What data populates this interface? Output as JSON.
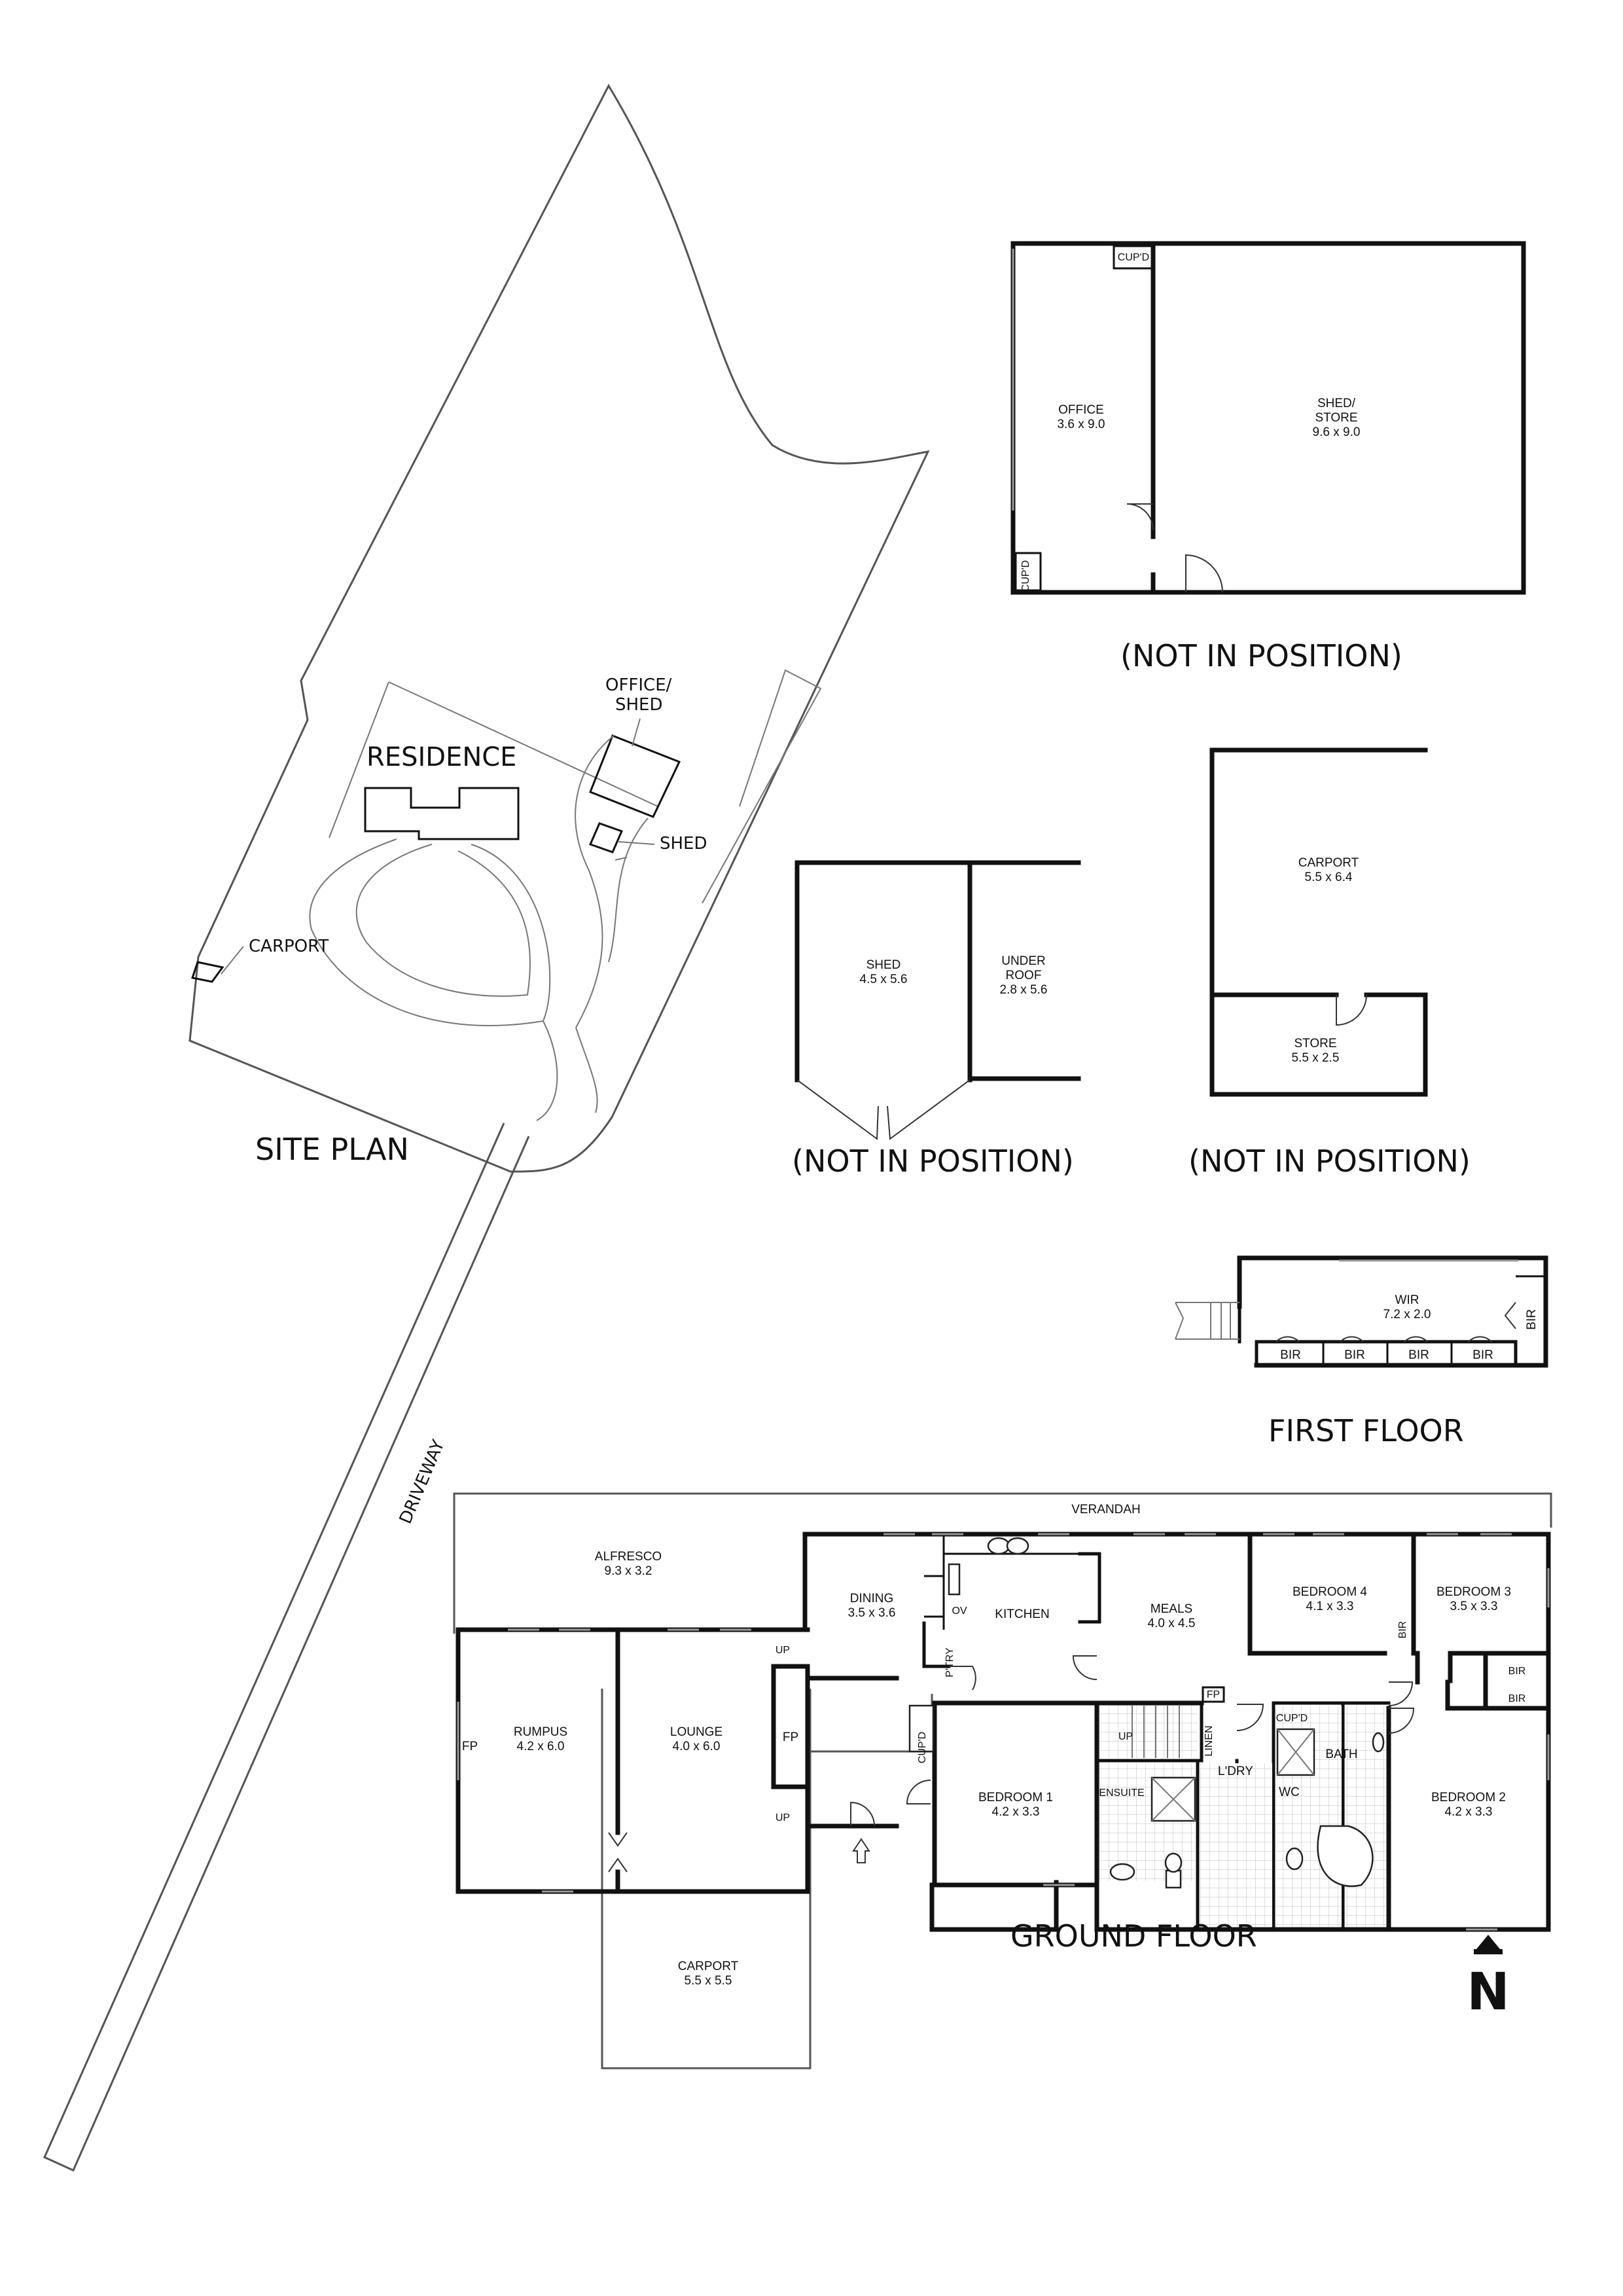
{
  "site_plan": {
    "title": "SITE PLAN",
    "labels": {
      "residence": "RESIDENCE",
      "office_shed": [
        "OFFICE/",
        "SHED"
      ],
      "shed": "SHED",
      "carport": "CARPORT",
      "driveway": "DRIVEWAY"
    }
  },
  "outbuildings": {
    "office_shed": {
      "note": "(NOT IN POSITION)",
      "office": {
        "name": "OFFICE",
        "dims": "3.6 x 9.0"
      },
      "shed_store": {
        "name_lines": [
          "SHED/",
          "STORE"
        ],
        "dims": "9.6 x 9.0"
      },
      "cupd_top": "CUP'D",
      "cupd_bottom": "CUP'D"
    },
    "shed": {
      "note": "(NOT IN POSITION)",
      "shed": {
        "name": "SHED",
        "dims": "4.5 x 5.6"
      },
      "under_roof": {
        "name_lines": [
          "UNDER",
          "ROOF"
        ],
        "dims": "2.8 x 5.6"
      }
    },
    "carport": {
      "note": "(NOT IN POSITION)",
      "carport": {
        "name": "CARPORT",
        "dims": "5.5 x 6.4"
      },
      "store": {
        "name": "STORE",
        "dims": "5.5 x 2.5"
      }
    }
  },
  "first_floor": {
    "title": "FIRST FLOOR",
    "wir": {
      "name": "WIR",
      "dims": "7.2 x 2.0"
    },
    "bir": [
      "BIR",
      "BIR",
      "BIR",
      "BIR"
    ],
    "bir_side": "BIR"
  },
  "ground_floor": {
    "title": "GROUND FLOOR",
    "verandah": "VERANDAH",
    "alfresco": {
      "name": "ALFRESCO",
      "dims": "9.3 x 3.2"
    },
    "dining": {
      "name": "DINING",
      "dims": "3.5 x 3.6"
    },
    "kitchen": "KITCHEN",
    "meals": {
      "name": "MEALS",
      "dims": "4.0 x 4.5"
    },
    "bedroom4": {
      "name": "BEDROOM 4",
      "dims": "4.1 x 3.3"
    },
    "bedroom3": {
      "name": "BEDROOM 3",
      "dims": "3.5 x 3.3"
    },
    "rumpus": {
      "name": "RUMPUS",
      "dims": "4.2 x 6.0"
    },
    "lounge": {
      "name": "LOUNGE",
      "dims": "4.0 x 6.0"
    },
    "bedroom1": {
      "name": "BEDROOM 1",
      "dims": "4.2 x 3.3"
    },
    "bedroom2": {
      "name": "BEDROOM 2",
      "dims": "4.2 x 3.3"
    },
    "carport": {
      "name": "CARPORT",
      "dims": "5.5 x 5.5"
    },
    "ov": "OV",
    "ptry": "P'TRY",
    "cupd_hall": "CUP'D",
    "cupd_bath": "CUP'D",
    "fp_rumpus": "FP",
    "fp_lounge": "FP",
    "fp_meals": "FP",
    "up_1": "UP",
    "up_2": "UP",
    "up_stair": "UP",
    "linen": "LINEN",
    "ensuite": "ENSUITE",
    "ldry": "L'DRY",
    "wc": "WC",
    "bath": "BATH",
    "bir_bed4": "BIR",
    "bir_bed3_a": "BIR",
    "bir_bed3_b": "BIR"
  },
  "north": "N"
}
